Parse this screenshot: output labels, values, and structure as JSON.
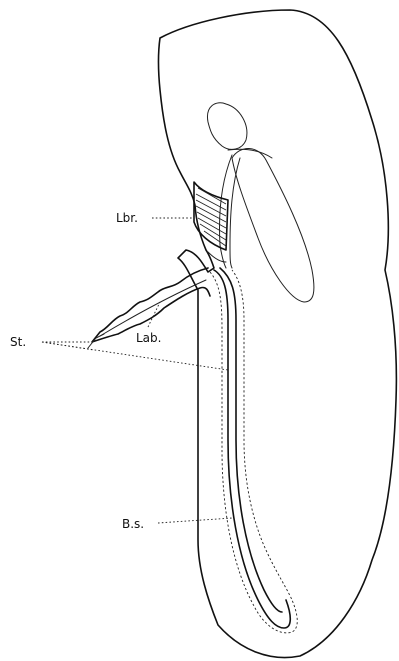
{
  "labels": {
    "lbr": "Lbr.",
    "lab": "Lab.",
    "st": "St.",
    "bs": "B.s."
  }
}
